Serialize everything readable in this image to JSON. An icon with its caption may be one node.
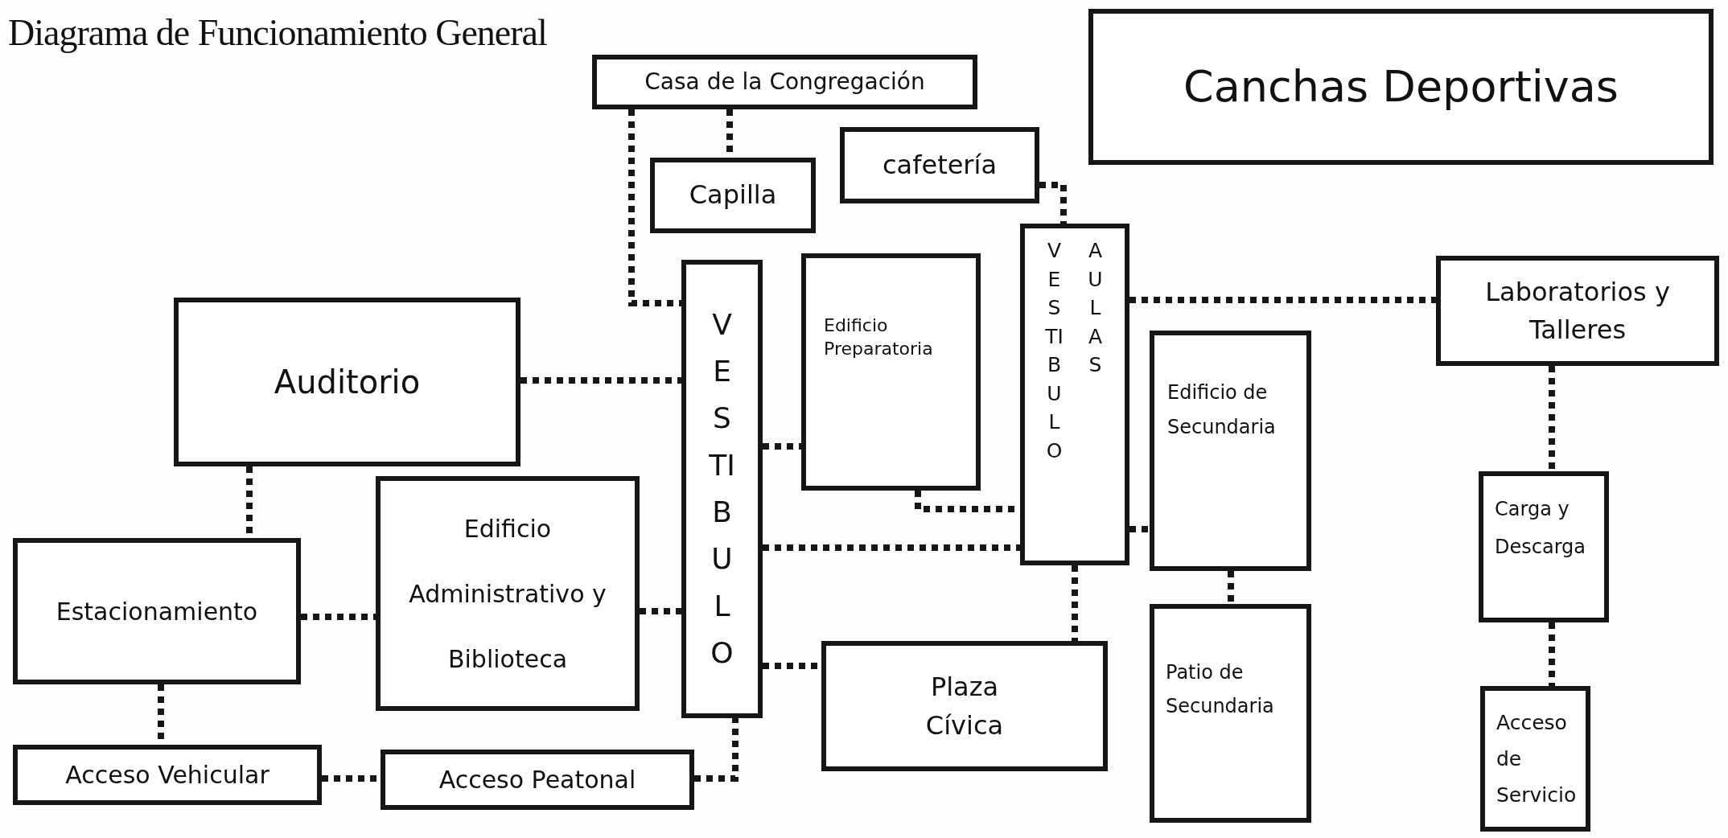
{
  "diagram": {
    "title": "Diagrama de Funcionamiento General",
    "nodes": [
      {
        "text": [
          "Casa de la Congregación"
        ]
      },
      {
        "text": [
          "Canchas Deportivas"
        ]
      },
      {
        "text": [
          "Capilla"
        ]
      },
      {
        "text": [
          "cafetería"
        ]
      },
      {
        "text": [
          "VESTIBULO"
        ]
      },
      {
        "text": [
          "Edificio Preparatoria"
        ]
      },
      {
        "text": [
          "VESTIBULO",
          "AULAS"
        ]
      },
      {
        "text": [
          "Laboratorios y Talleres"
        ]
      },
      {
        "text": [
          "Auditorio"
        ]
      },
      {
        "text": [
          "Edificio de Secundaria"
        ]
      },
      {
        "text": [
          "Edificio Administrativo y Biblioteca"
        ]
      },
      {
        "text": [
          "Estacionamiento"
        ]
      },
      {
        "text": [
          "Carga y Descarga"
        ]
      },
      {
        "text": [
          "Plaza Cívica"
        ]
      },
      {
        "text": [
          "Patio de Secundaria"
        ]
      },
      {
        "text": [
          "Acceso Vehicular"
        ]
      },
      {
        "text": [
          "Acceso Peatonal"
        ]
      },
      {
        "text": [
          "Acceso de Servicio"
        ]
      }
    ],
    "edges": [
      {
        "from": 0,
        "to": 4,
        "arrow": "none"
      },
      {
        "from": 0,
        "to": 2,
        "arrow": "none"
      },
      {
        "from": 3,
        "to": 6,
        "arrow": "none"
      },
      {
        "from": 8,
        "to": 4,
        "arrow": "none"
      },
      {
        "from": 4,
        "to": 5,
        "arrow": "none"
      },
      {
        "from": 5,
        "to": 6,
        "arrow": "none"
      },
      {
        "from": 4,
        "to": 6,
        "arrow": "none"
      },
      {
        "from": 6,
        "to": 7,
        "arrow": "none"
      },
      {
        "from": 6,
        "to": 9,
        "arrow": "none"
      },
      {
        "from": 6,
        "to": 13,
        "arrow": "none"
      },
      {
        "from": 4,
        "to": 13,
        "arrow": "none"
      },
      {
        "from": 9,
        "to": 14,
        "arrow": "none"
      },
      {
        "from": 7,
        "to": 12,
        "arrow": "none"
      },
      {
        "from": 12,
        "to": 17,
        "arrow": "none"
      },
      {
        "from": 8,
        "to": 11,
        "arrow": "none"
      },
      {
        "from": 11,
        "to": 10,
        "arrow": "none"
      },
      {
        "from": 10,
        "to": 4,
        "arrow": "none"
      },
      {
        "from": 11,
        "to": 15,
        "arrow": "none"
      },
      {
        "from": 15,
        "to": 16,
        "arrow": "none"
      },
      {
        "from": 16,
        "to": 4,
        "arrow": "none"
      }
    ]
  }
}
